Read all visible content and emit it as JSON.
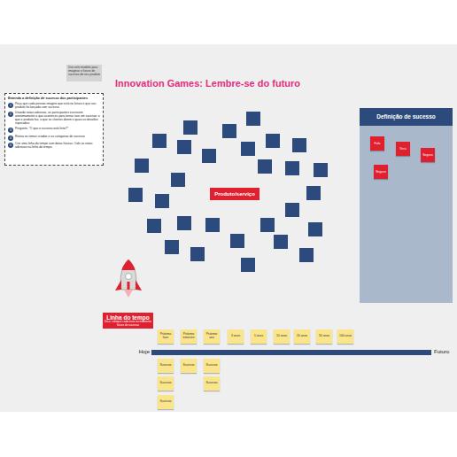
{
  "diagram": {
    "title": "Innovation Games: Lembre-se do futuro",
    "nodes": [
      {
        "text": [
          "Use este modelo para imaginar o futuro de sucesso do seu produto"
        ]
      },
      {
        "text": [
          "Entenda a definição de sucesso dos participantes",
          "Peça que cada pessoa imagine que está no futuro e que seu produto foi lançado com sucesso.",
          "Usando notas adesivas, os participantes escrevem anonimamente o que aconteceu para tornar isso um sucesso: o que o produto faz, o que os clientes dizem e quais os desafios superados.",
          "Pergunte, \"O que o sucesso está feito?\"",
          "Reúna os temas criados e as categorias de sucesso.",
          "Crie uma linha do tempo com datas futuras. Cole as notas adesivas na linha do tempo."
        ]
      },
      {
        "text": [
          "Produto/serviço"
        ]
      },
      {
        "text": [
          "Definição de sucesso"
        ]
      },
      {
        "text": [
          "Fala"
        ],
        "in": 3
      },
      {
        "text": [
          "Vera"
        ],
        "in": 3
      },
      {
        "text": [
          "Seguro"
        ],
        "in": 3
      },
      {
        "text": [
          "Seguro"
        ],
        "in": 3
      },
      {
        "text": [
          "Linha do tempo",
          "Dica: coloque cada nota no momento futuro do sucesso"
        ]
      },
      {
        "text": [
          "Próxima fase"
        ]
      },
      {
        "text": [
          "Próximo trimestre"
        ]
      },
      {
        "text": [
          "Próximo ano"
        ]
      },
      {
        "text": [
          "3 anos"
        ]
      },
      {
        "text": [
          "5 anos"
        ]
      },
      {
        "text": [
          "10 anos"
        ]
      },
      {
        "text": [
          "20 anos"
        ]
      },
      {
        "text": [
          "50 anos"
        ]
      },
      {
        "text": [
          "100 anos"
        ]
      },
      {
        "text": [
          "Sucesso"
        ]
      },
      {
        "text": [
          "Sucesso"
        ]
      },
      {
        "text": [
          "Sucesso"
        ]
      },
      {
        "text": [
          "Sucesso"
        ]
      },
      {
        "text": [
          "Sucesso"
        ]
      },
      {
        "text": [
          "Sucesso"
        ]
      }
    ],
    "labels": [
      "1",
      "2",
      "3",
      "4",
      "5",
      "Hoje",
      "Futuro"
    ]
  }
}
